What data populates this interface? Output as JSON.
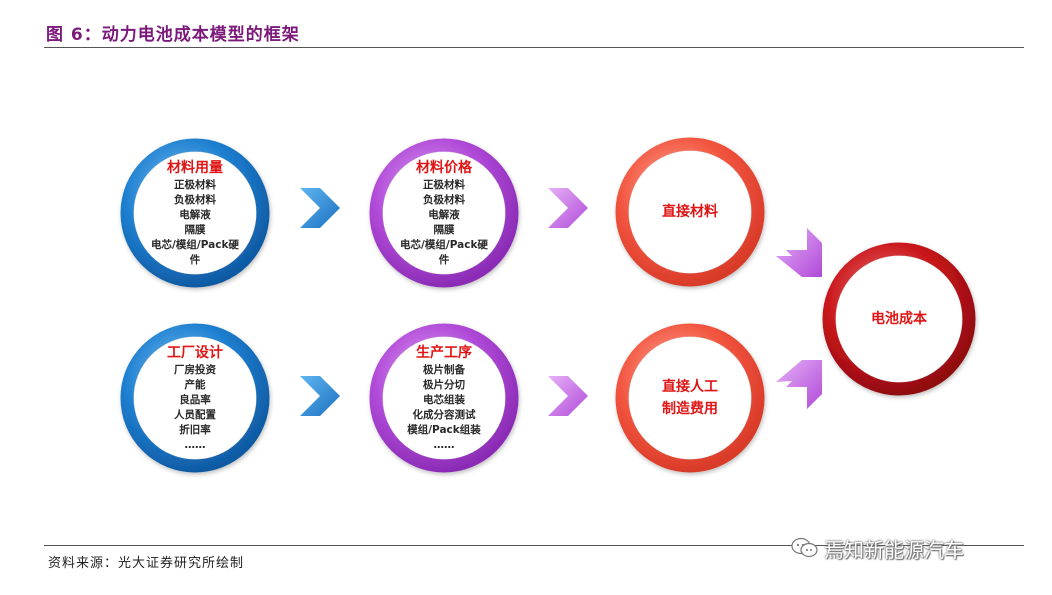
{
  "header": {
    "title": "图 6：动力电池成本模型的框架"
  },
  "footer": {
    "source": "资料来源：光大证券研究所绘制"
  },
  "watermark": {
    "text": "焉知新能源汽车"
  },
  "colors": {
    "blue": "#1e7fd0",
    "purple": "#b04ad8",
    "coral": "#f2553f",
    "crimson": "#c8151a",
    "title": "#7b1a7b",
    "node_title": "#e01515"
  },
  "nodes": {
    "material_usage": {
      "title": "材料用量",
      "items": [
        "正极材料",
        "负极材料",
        "电解液",
        "隔膜",
        "电芯/模组/Pack硬",
        "件"
      ]
    },
    "material_price": {
      "title": "材料价格",
      "items": [
        "正极材料",
        "负极材料",
        "电解液",
        "隔膜",
        "电芯/模组/Pack硬",
        "件"
      ]
    },
    "direct_material": {
      "title": "直接材料"
    },
    "factory_design": {
      "title": "工厂设计",
      "items": [
        "厂房投资",
        "产能",
        "良品率",
        "人员配置",
        "折旧率",
        "……"
      ]
    },
    "production_process": {
      "title": "生产工序",
      "items": [
        "极片制备",
        "极片分切",
        "电芯组装",
        "化成分容测试",
        "模组/Pack组装",
        "……"
      ]
    },
    "direct_labor": {
      "title_lines": [
        "直接人工",
        "制造费用"
      ]
    },
    "battery_cost": {
      "title": "电池成本"
    }
  }
}
